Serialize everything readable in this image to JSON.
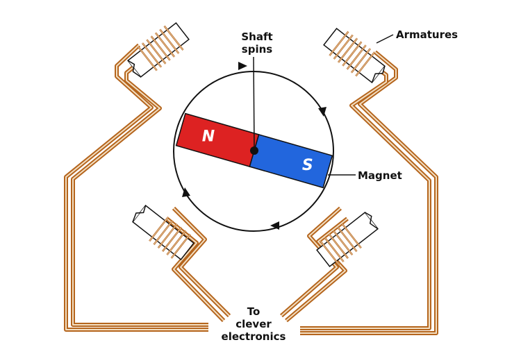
{
  "labels": {
    "shaft": [
      "Shaft",
      "spins"
    ],
    "armatures": "Armatures",
    "magnet": "Magnet",
    "electronics": [
      "To",
      "clever",
      "electronics"
    ]
  },
  "magnet": {
    "north": "N",
    "south": "S"
  },
  "colors": {
    "north": "#dd2222",
    "south": "#2266dd",
    "wire": "#b5651d",
    "wire_light": "#e8c79a",
    "outline": "#111111"
  }
}
